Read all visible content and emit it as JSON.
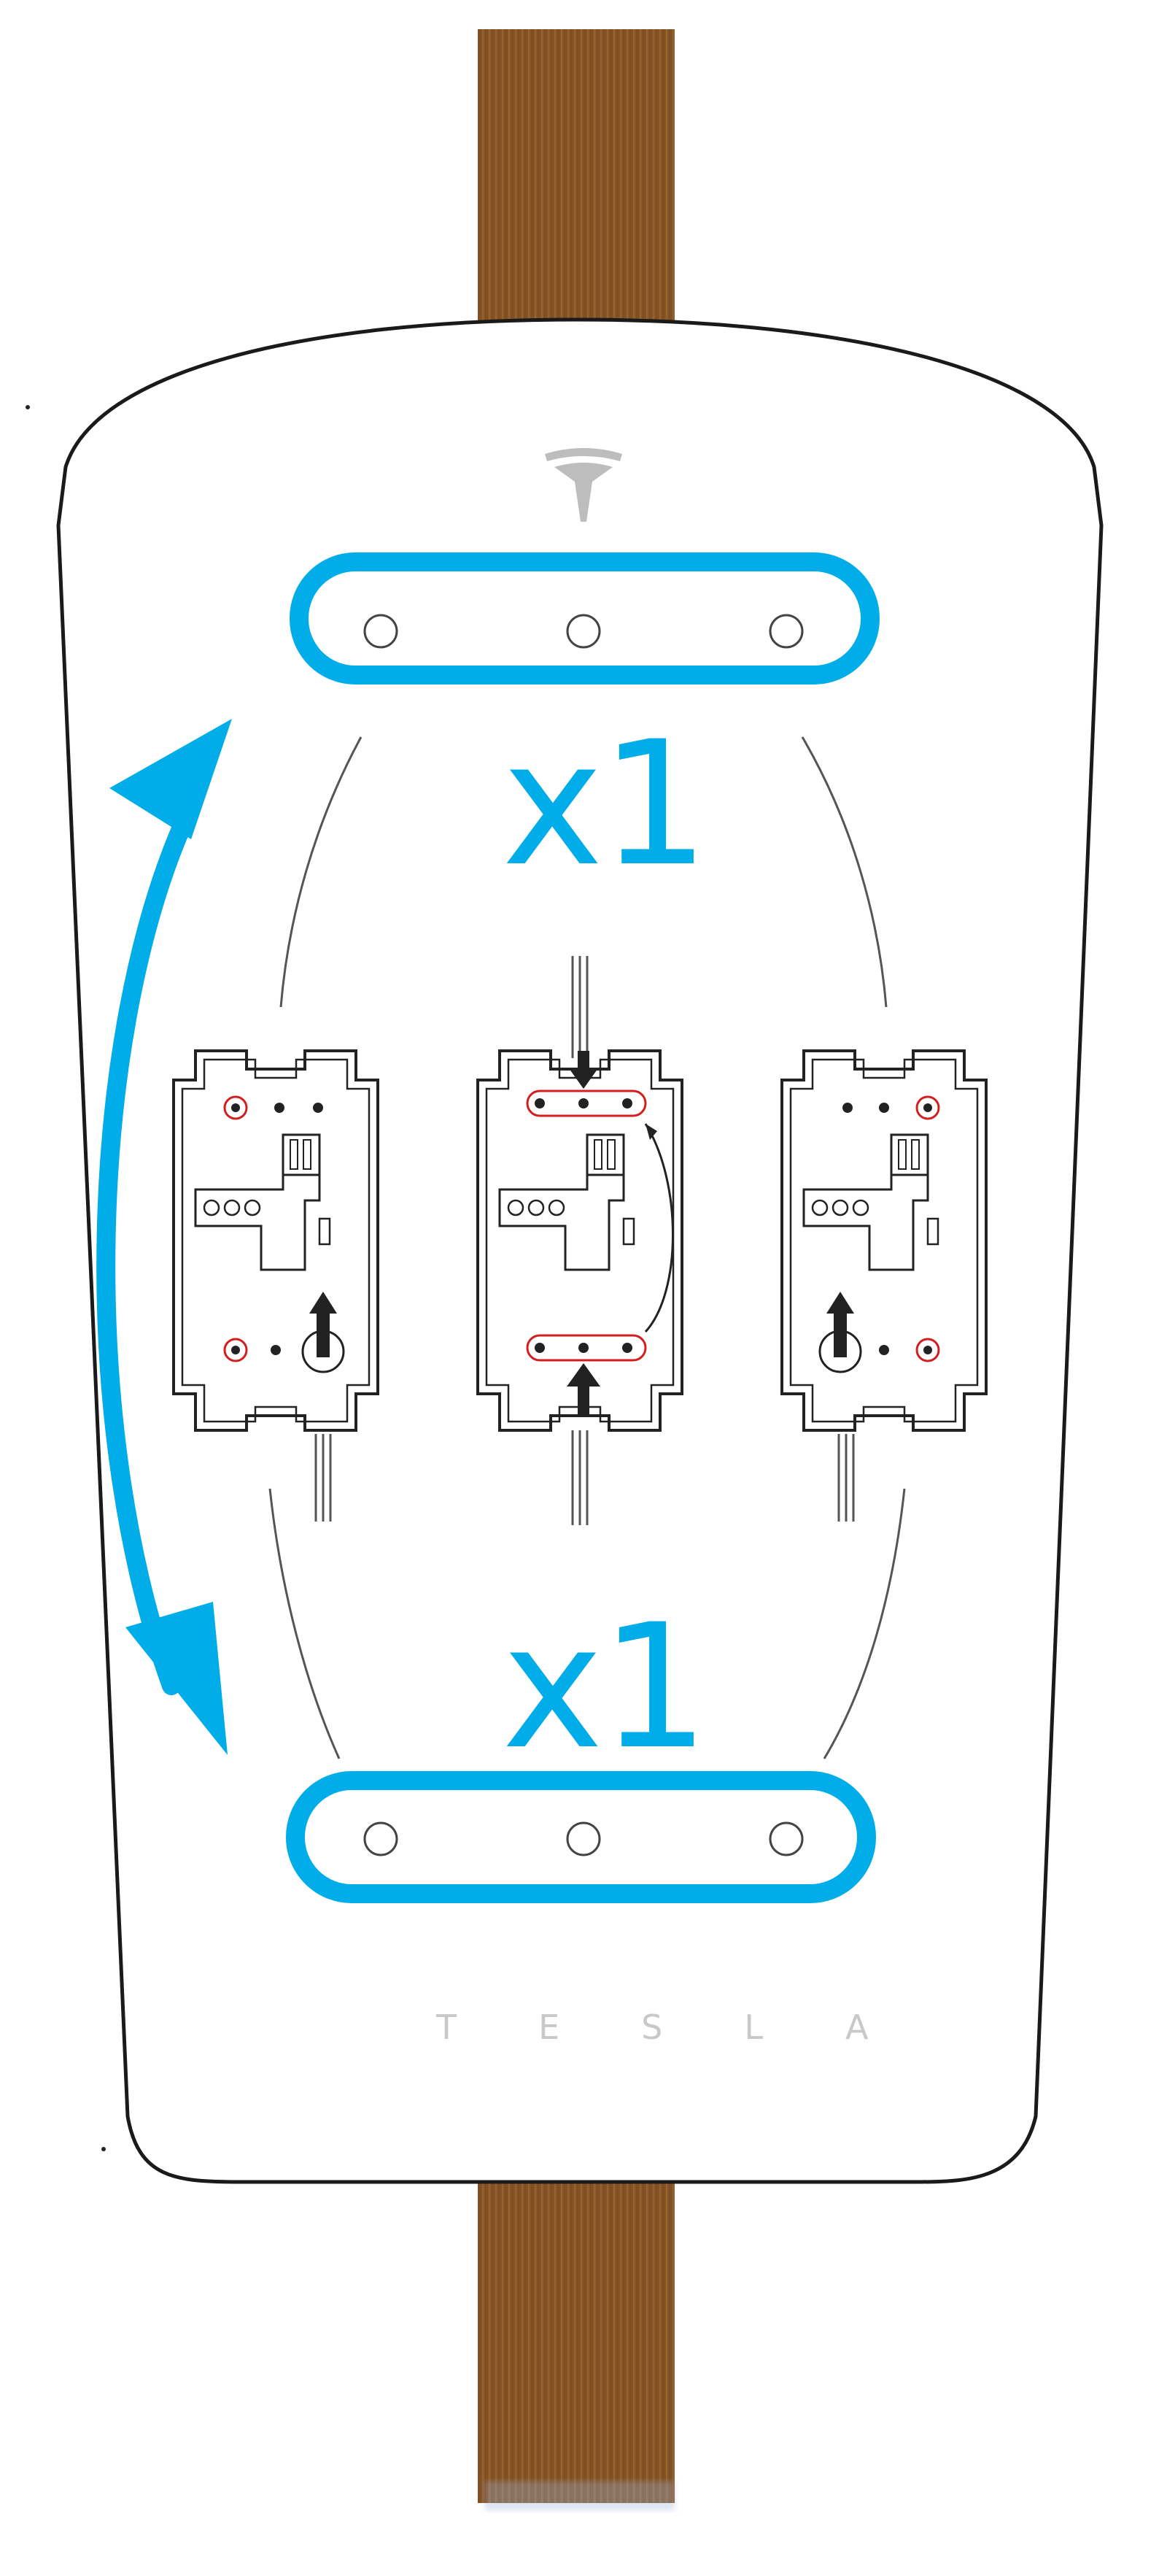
{
  "colors": {
    "accent": "#00ade9",
    "wood": "#8a5627",
    "outline": "#1a1a1a",
    "highlight_red": "#d21e1e",
    "logo_gray": "#bdbdbd"
  },
  "top_bracket": {
    "label": "x1",
    "hole_count": 3
  },
  "bottom_bracket": {
    "label": "x1",
    "hole_count": 3
  },
  "brand_wordmark": "TESLA",
  "icons": [
    "tesla-t-logo",
    "swap-arrow"
  ],
  "mounting_plates": [
    "left-plate",
    "center-plate",
    "right-plate"
  ]
}
